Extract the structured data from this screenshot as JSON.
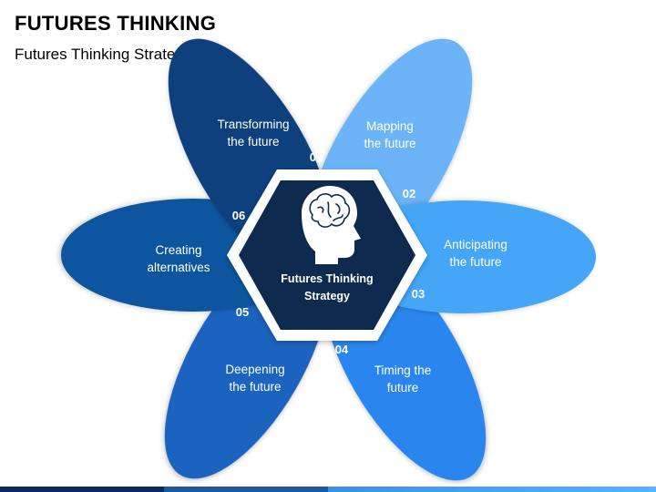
{
  "header": {
    "title": "FUTURES THINKING",
    "subtitle": "Futures Thinking Strategy"
  },
  "center": {
    "line1": "Futures Thinking",
    "line2": "Strategy",
    "icon": "brain-head-icon"
  },
  "petals": [
    {
      "number": "01",
      "line1": "Mapping",
      "line2": "the future",
      "color": "#6cb4f7"
    },
    {
      "number": "02",
      "line1": "Anticipating",
      "line2": "the future",
      "color": "#44a6f8"
    },
    {
      "number": "03",
      "line1": "Timing the",
      "line2": "future",
      "color": "#2b86ee"
    },
    {
      "number": "04",
      "line1": "Deepening",
      "line2": "the future",
      "color": "#1b63bf"
    },
    {
      "number": "05",
      "line1": "Creating",
      "line2": "alternatives",
      "color": "#0f569f"
    },
    {
      "number": "06",
      "line1": "Transforming",
      "line2": "the future",
      "color": "#0c3f7c"
    }
  ],
  "colors": {
    "hexagon_fill": "#0e2a4f",
    "hexagon_border": "#ffffff",
    "number_text": "#ffffff"
  }
}
